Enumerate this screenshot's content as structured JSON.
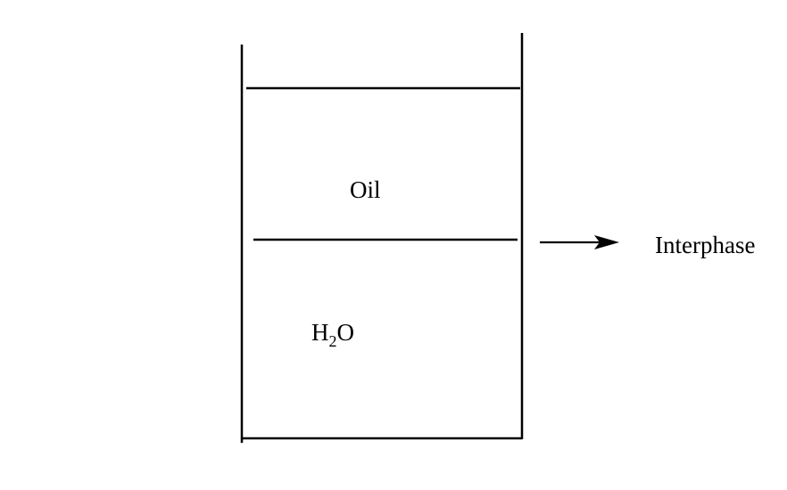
{
  "diagram": {
    "labels": {
      "top_layer": "Oil",
      "bottom_layer_base": "H",
      "bottom_layer_subscript": "2",
      "bottom_layer_suffix": "O",
      "boundary": "Interphase"
    },
    "colors": {
      "stroke": "#000000",
      "background": "#ffffff"
    }
  }
}
